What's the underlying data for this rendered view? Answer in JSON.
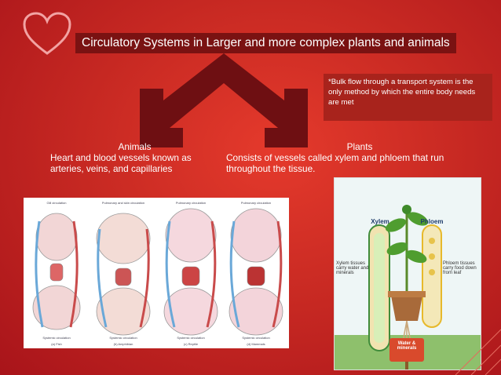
{
  "title": "Circulatory Systems  in Larger and more complex plants and animals",
  "note": "*Bulk flow  through a transport system is the only method by which the entire body needs are met",
  "animals": {
    "heading": "Animals",
    "text": "Heart and blood vessels known as arteries, veins, and capillaries"
  },
  "plants": {
    "heading": "Plants",
    "text": " Consists of vessels called xylem and phloem that run throughout the tissue."
  },
  "plant_image": {
    "xylem_title": "Xylem",
    "phloem_title": "Phloem",
    "xylem_caption": "Xylem tissues carry water and minerals",
    "phloem_caption": "Phloem tissues carry food down from leaf",
    "water_label": "Water & minerals"
  },
  "animal_image": {
    "captions": [
      "(a) Fish",
      "(b) Amphibian",
      "(c) Reptile",
      "(d) Mammals"
    ],
    "top_labels": [
      "Gill circulation",
      "Pulmonary and skin circulation",
      "Pulmonary circulation",
      "Pulmonary circulation"
    ],
    "bottom_labels": [
      "Systemic circulation",
      "Systemic circulation",
      "Systemic circulation",
      "Systemic circulation"
    ]
  },
  "colors": {
    "background": "#d32f25",
    "title_bar": "#7a1212",
    "arrow": "#6e0f12",
    "note_box": "#a8231c",
    "heart_outline": "#f2a3a3"
  }
}
